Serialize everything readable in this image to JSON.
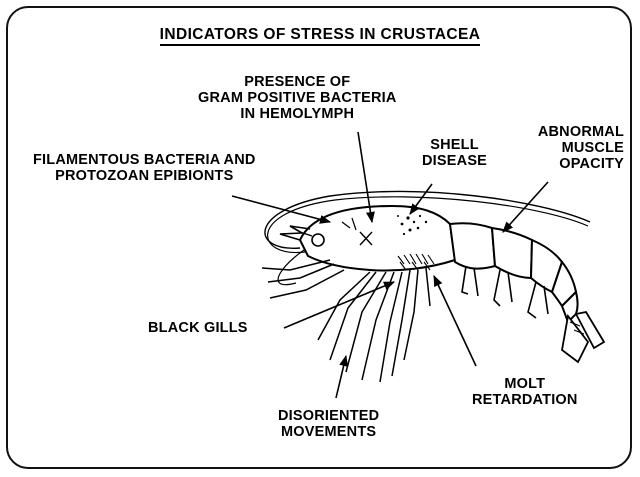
{
  "title": "INDICATORS OF STRESS IN CRUSTACEA",
  "labels": {
    "gram_positive": [
      "PRESENCE OF",
      "GRAM POSITIVE BACTERIA",
      "IN HEMOLYMPH"
    ],
    "filamentous": [
      "FILAMENTOUS BACTERIA AND",
      "PROTOZOAN EPIBIONTS"
    ],
    "shell_disease": [
      "SHELL",
      "DISEASE"
    ],
    "muscle_opacity": [
      "ABNORMAL",
      "MUSCLE",
      "OPACITY"
    ],
    "black_gills": [
      "BLACK GILLS"
    ],
    "molt_retardation": [
      "MOLT",
      "RETARDATION"
    ],
    "disoriented": [
      "DISORIENTED",
      "MOVEMENTS"
    ]
  },
  "colors": {
    "ink": "#000000",
    "background": "#ffffff"
  }
}
